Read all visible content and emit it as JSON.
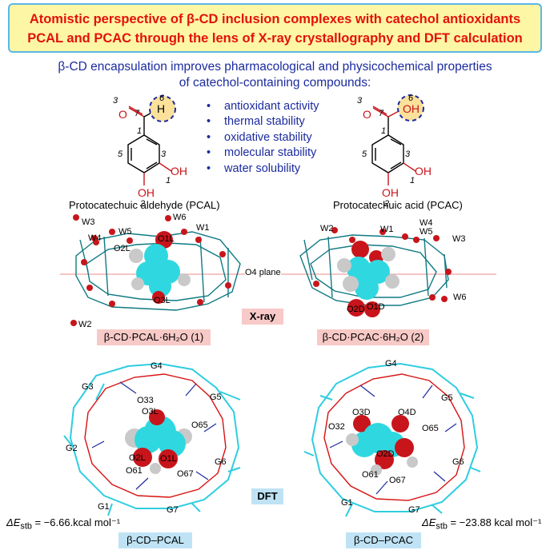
{
  "title": {
    "line1": "Atomistic perspective of β-CD inclusion complexes with catechol antioxidants",
    "line2": "PCAL and PCAC through the lens of X-ray crystallography and DFT calculation"
  },
  "subtitle": {
    "line1": "β-CD encapsulation improves pharmacological and physicochemical properties",
    "line2": "of catechol-containing compounds:"
  },
  "properties": [
    "antioxidant activity",
    "thermal stability",
    "oxidative stability",
    "molecular stability",
    "water solubility"
  ],
  "molecules": {
    "pcal_name": "Protocatechuic aldehyde (PCAL)",
    "pcac_name": "Protocatechuic acid (PCAC)",
    "pcal_atoms": {
      "n3": "3",
      "n7": "7",
      "n6": "6",
      "n1": "1",
      "n5": "5",
      "n3b": "3",
      "n1b": "1",
      "h": "H",
      "oh1": "OH",
      "oh2": "OH",
      "n2": "2"
    },
    "pcac_atoms": {
      "n3": "3",
      "n7": "7",
      "n6": "6",
      "n1": "1",
      "n5": "5",
      "n3b": "3",
      "n1b": "1",
      "oh0": "OH",
      "oh1": "OH",
      "oh2": "OH",
      "n2": "2"
    }
  },
  "xray": {
    "badge": "X-ray",
    "plane_label": "O4 plane",
    "complex1_label": "β-CD·PCAL·6H₂O (1)",
    "complex2_label": "β-CD·PCAC·6H₂O (2)",
    "left_labels": [
      "W3",
      "W4",
      "W5",
      "W6",
      "W1",
      "O2L",
      "O1L",
      "O3L",
      "W2"
    ],
    "right_labels": [
      "W2",
      "W1",
      "W4",
      "W5",
      "W3",
      "O1D",
      "O2D",
      "W6"
    ]
  },
  "dft": {
    "badge": "DFT",
    "left_labels": [
      "G4",
      "G3",
      "G5",
      "O33",
      "O3L",
      "O65",
      "G2",
      "O2L",
      "O1L",
      "G6",
      "O61",
      "O67",
      "G1",
      "G7"
    ],
    "right_labels": [
      "G4",
      "G5",
      "O3D",
      "O4D",
      "O32",
      "O65",
      "O2D",
      "G6",
      "O61",
      "O67",
      "G1",
      "G7"
    ],
    "complex1_label": "β-CD–PCAL",
    "complex2_label": "β-CD–PCAC",
    "energy1_prefix": "ΔE",
    "energy1_sub": "stb",
    "energy1_value": " = −6.66.kcal mol⁻¹",
    "energy2_prefix": "ΔE",
    "energy2_sub": "stb",
    "energy2_value": " = −23.88 kcal mol⁻¹"
  },
  "colors": {
    "title_red": "#e3120b",
    "title_bg": "#fdf6a5",
    "title_border": "#5ab7e6",
    "blue_text": "#1c2b9e",
    "pink_badge": "#f7c9c7",
    "blue_badge": "#bfe3f5",
    "cyan": "#2fd8e0",
    "oxygen": "#c8151b"
  }
}
